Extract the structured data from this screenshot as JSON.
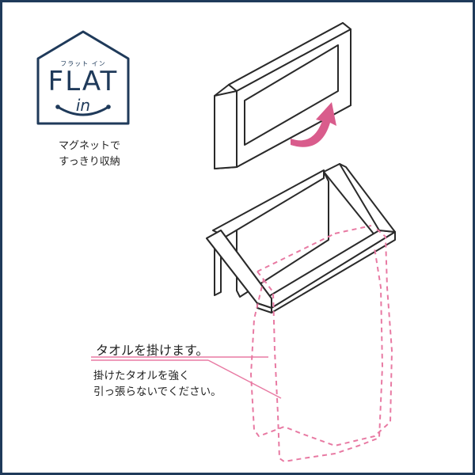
{
  "logo": {
    "kana": "フラット イン",
    "main": "FLAT",
    "sub": "in"
  },
  "tagline": {
    "line1": "マグネットで",
    "line2": "すっきり収納"
  },
  "notes": {
    "hang": "タオルを掛けます。",
    "warning_line1": "掛けたタオルを強く",
    "warning_line2": "引っ張らないでください。"
  },
  "colors": {
    "navy": "#1f3a5a",
    "pink": "#e87aa3",
    "arrow": "#d95c8c"
  },
  "icons": [
    "house-logo-icon",
    "smile-icon",
    "rotate-arrow-icon"
  ]
}
